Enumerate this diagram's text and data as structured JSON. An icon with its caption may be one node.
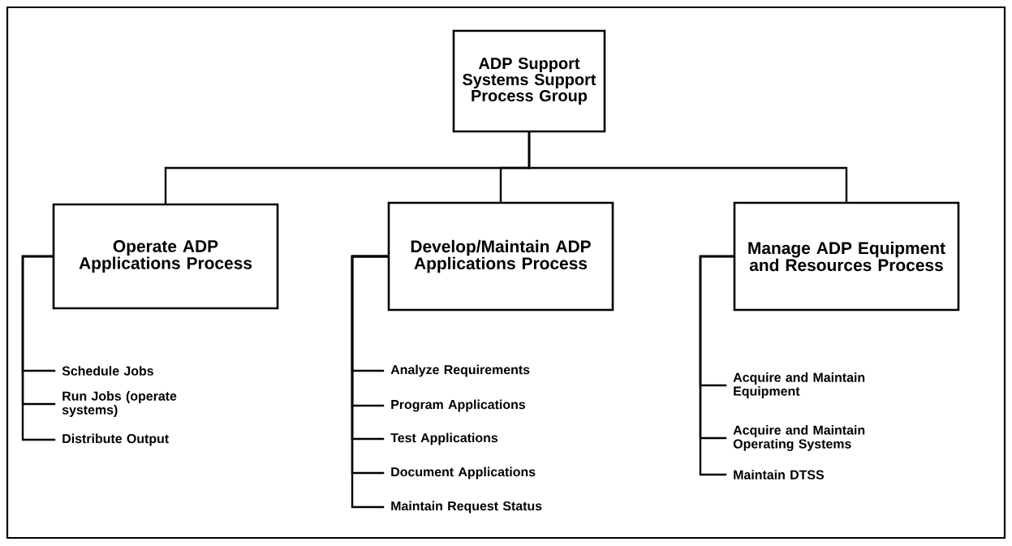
{
  "diagram": {
    "nodes": [
      {
        "text": [
          "ADP Support Systems Support Process Group"
        ]
      },
      {
        "text": [
          "Operate ADP Applications Process"
        ]
      },
      {
        "text": [
          "Develop/Maintain ADP Applications Process"
        ]
      },
      {
        "text": [
          "Manage ADP Equipment and Resources Process"
        ]
      },
      {
        "text": [
          "Schedule Jobs"
        ]
      },
      {
        "text": [
          "Run Jobs (operate systems)"
        ]
      },
      {
        "text": [
          "Distribute Output"
        ]
      },
      {
        "text": [
          "Analyze Requirements"
        ]
      },
      {
        "text": [
          "Program Applications"
        ]
      },
      {
        "text": [
          "Test Applications"
        ]
      },
      {
        "text": [
          "Document Applications"
        ]
      },
      {
        "text": [
          "Maintain Request  Status"
        ]
      },
      {
        "text": [
          "Acquire and Maintain Equipment"
        ]
      },
      {
        "text": [
          "Acquire and Maintain Operating Systems"
        ]
      },
      {
        "text": [
          "Maintain DTSS"
        ]
      }
    ],
    "edges": [
      {
        "from": 0,
        "to": 1,
        "arrow": "none"
      },
      {
        "from": 0,
        "to": 2,
        "arrow": "none"
      },
      {
        "from": 0,
        "to": 3,
        "arrow": "none"
      },
      {
        "from": 1,
        "to": 4,
        "arrow": "none"
      },
      {
        "from": 1,
        "to": 5,
        "arrow": "none"
      },
      {
        "from": 1,
        "to": 6,
        "arrow": "none"
      },
      {
        "from": 2,
        "to": 7,
        "arrow": "none"
      },
      {
        "from": 2,
        "to": 8,
        "arrow": "none"
      },
      {
        "from": 2,
        "to": 9,
        "arrow": "none"
      },
      {
        "from": 2,
        "to": 10,
        "arrow": "none"
      },
      {
        "from": 2,
        "to": 11,
        "arrow": "none"
      },
      {
        "from": 3,
        "to": 12,
        "arrow": "none"
      },
      {
        "from": 3,
        "to": 13,
        "arrow": "none"
      },
      {
        "from": 3,
        "to": 14,
        "arrow": "none"
      }
    ]
  }
}
